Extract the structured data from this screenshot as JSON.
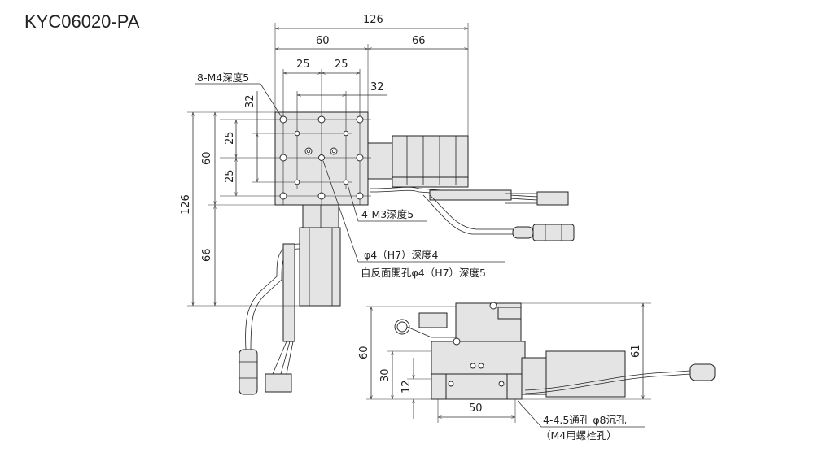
{
  "title": "KYC06020-PA",
  "top_view": {
    "dims": {
      "overall_width": "126",
      "stage_width": "60",
      "motor_extension": "66",
      "hole_pitch_x1": "25",
      "hole_pitch_x2": "25",
      "m3_pitch_x": "32",
      "overall_height": "126",
      "stage_height": "60",
      "motor_extension_y": "66",
      "hole_pitch_y1": "25",
      "hole_pitch_y2": "25",
      "m3_pitch_y": "32"
    },
    "callouts": {
      "m4_holes": "8-M4深度5",
      "m3_holes": "4-M3深度5",
      "pin_hole": "φ4（H7）深度4",
      "back_pin_hole": "自反面開孔φ4（H7）深度5"
    }
  },
  "side_view": {
    "dims": {
      "height": "60",
      "table_height": "30",
      "base_height": "12",
      "mount_pitch": "50",
      "motor_height": "61"
    },
    "callouts": {
      "mount_holes": "4-4.5通孔 φ8沉孔",
      "mount_holes_note": "（M4用螺栓孔）"
    }
  }
}
